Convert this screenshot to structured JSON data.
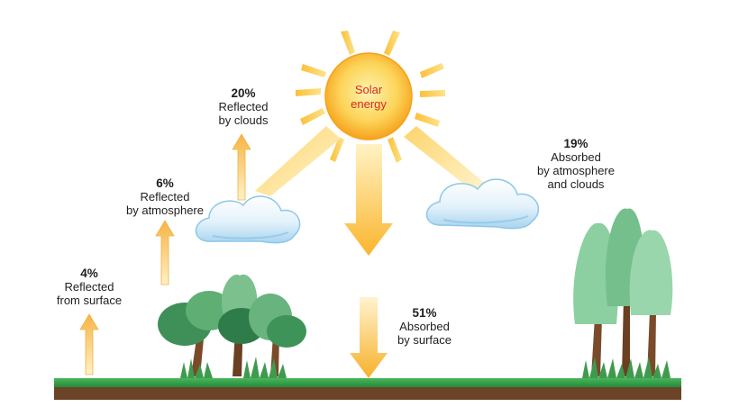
{
  "sun": {
    "line1": "Solar",
    "line2": "energy"
  },
  "labels": {
    "clouds": {
      "percent": "20%",
      "line1": "Reflected",
      "line2": "by clouds"
    },
    "atmosphere": {
      "percent": "6%",
      "line1": "Reflected",
      "line2": "by atmosphere"
    },
    "surface": {
      "percent": "4%",
      "line1": "Reflected",
      "line2": "from surface"
    },
    "absorbed_atmosphere": {
      "percent": "19%",
      "line1": "Absorbed",
      "line2": "by atmosphere",
      "line3": "and clouds"
    },
    "absorbed_surface": {
      "percent": "51%",
      "line1": "Absorbed",
      "line2": "by surface"
    }
  },
  "colors": {
    "sun_core": "#fce98a",
    "sun_edge": "#f7a21d",
    "ray": "#fbbf3a",
    "arrow": "#f5b52a",
    "cloud": "#d8edf8",
    "ground_grass": "#2e9e47",
    "ground_soil": "#6b4326",
    "foliage": "#5fb07a",
    "trunk": "#7a4a2a"
  }
}
